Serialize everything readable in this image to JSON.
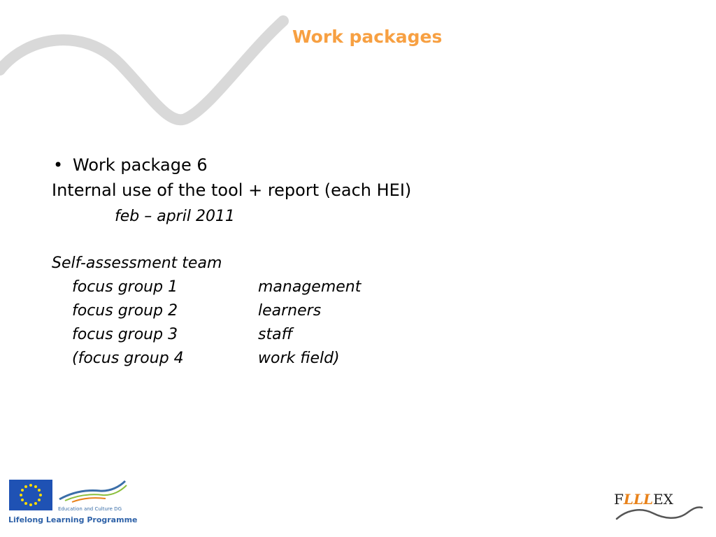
{
  "slide": {
    "title": "Work packages",
    "bullet": "Work package 6",
    "subtitle": "Internal use of the tool + report (each HEI)",
    "dates": "feb – april 2011",
    "team_heading": "Self-assessment team",
    "focus_groups": [
      {
        "group": "focus group 1",
        "role": "management"
      },
      {
        "group": "focus group 2",
        "role": "learners"
      },
      {
        "group": "focus group 3",
        "role": "staff"
      },
      {
        "group": "(focus group 4",
        "role": "work field)"
      }
    ]
  },
  "footer": {
    "dg_label": "Education and Culture DG",
    "programme": "Lifelong Learning Programme",
    "logo_letters": {
      "f": "F",
      "lll": "LLL",
      "ex": "EX"
    }
  },
  "colors": {
    "title": "#f7a042",
    "swoosh": "#d9d9d9",
    "eu_blue": "#1f52b4",
    "eu_star": "#ffdd00",
    "logo_orange": "#e8821a"
  }
}
